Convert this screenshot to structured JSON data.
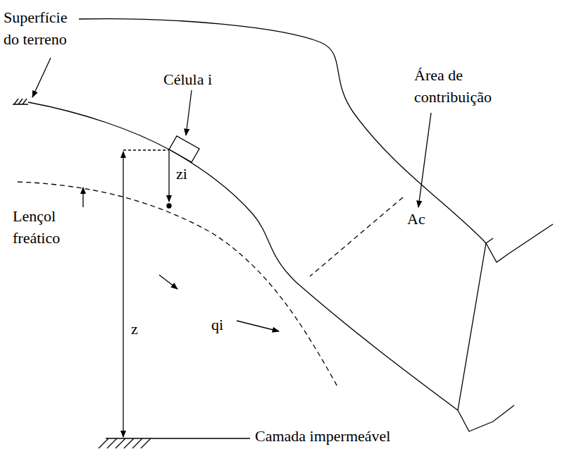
{
  "diagram": {
    "labels": [
      "Superfície do terreno",
      "Célula i",
      "zi",
      "Área de contribuição",
      "Ac",
      "Lençol freático",
      "z",
      "qi",
      "Camada impermeável"
    ]
  }
}
